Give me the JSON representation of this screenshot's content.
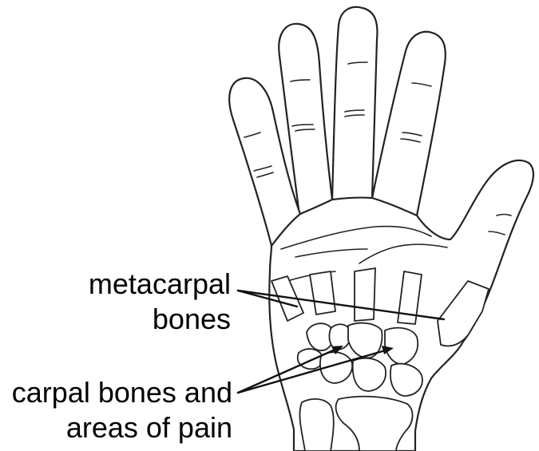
{
  "labels": {
    "metacarpal_line1": "metacarpal",
    "metacarpal_line2": "bones",
    "carpal_line1": "carpal bones and",
    "carpal_line2": "areas of pain"
  }
}
